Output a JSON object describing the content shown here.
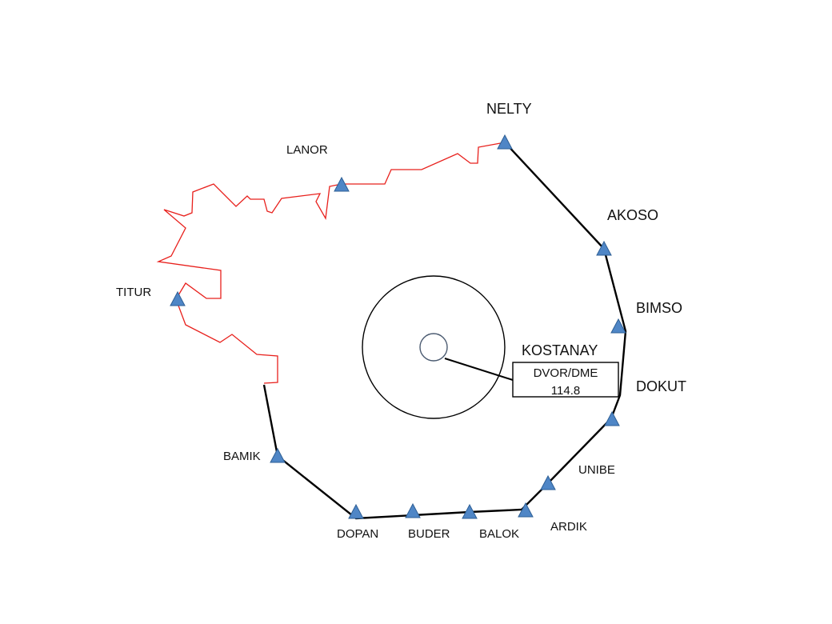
{
  "colors": {
    "route": "#000000",
    "boundary": "#e8201c",
    "waypoint_fill": "#4f86c6",
    "waypoint_stroke": "#2e5f95",
    "navaid_stroke": "#000000",
    "inner_ring_stroke": "#4a5a70"
  },
  "navaid": {
    "name": "KOSTANAY",
    "type": "DVOR/DME",
    "frequency": "114.8"
  },
  "waypoints": [
    {
      "id": "nelty",
      "name": "NELTY"
    },
    {
      "id": "akoso",
      "name": "AKOSO"
    },
    {
      "id": "bimso",
      "name": "BIMSO"
    },
    {
      "id": "dokut",
      "name": "DOKUT"
    },
    {
      "id": "unibe",
      "name": "UNIBE"
    },
    {
      "id": "ardik",
      "name": "ARDIK"
    },
    {
      "id": "balok",
      "name": "BALOK"
    },
    {
      "id": "buder",
      "name": "BUDER"
    },
    {
      "id": "dopan",
      "name": "DOPAN"
    },
    {
      "id": "bamik",
      "name": "BAMIK"
    },
    {
      "id": "titur",
      "name": "TITUR"
    },
    {
      "id": "lanor",
      "name": "LANOR"
    }
  ]
}
